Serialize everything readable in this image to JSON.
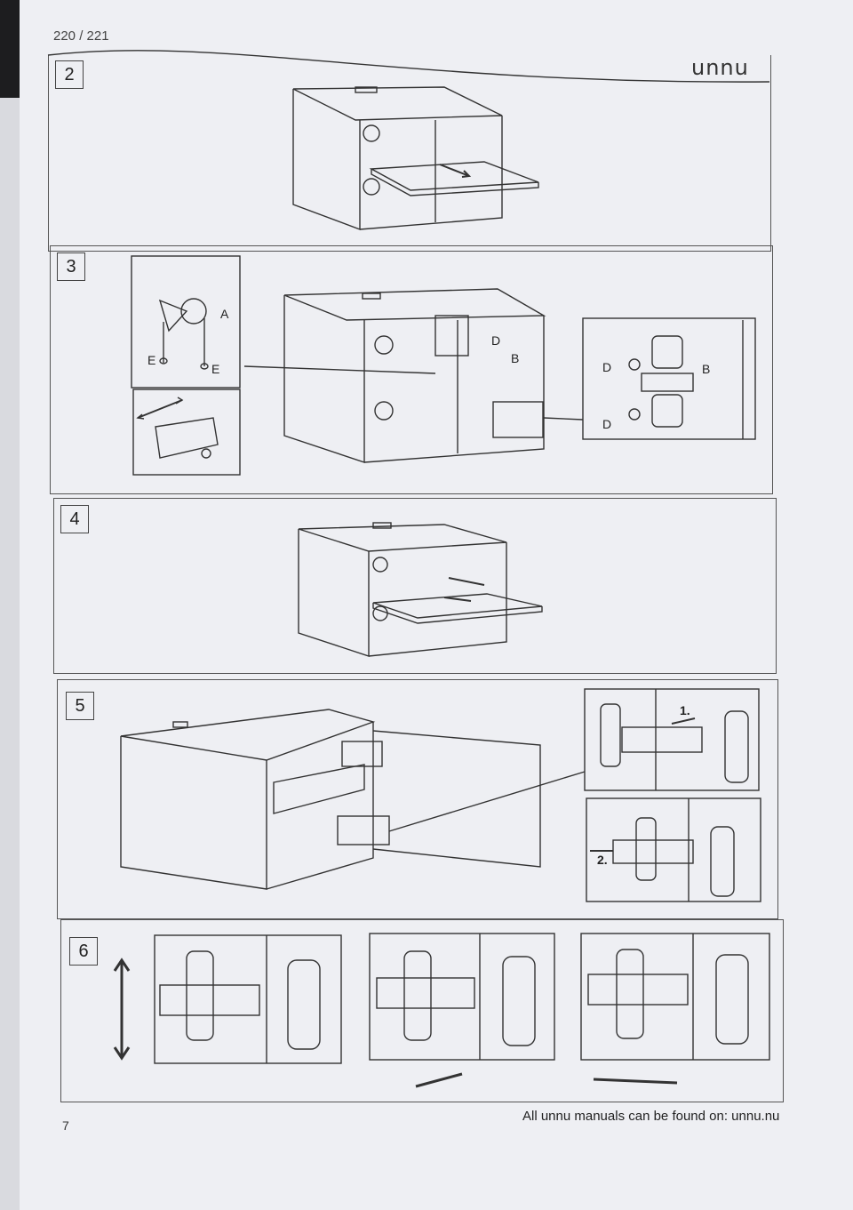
{
  "header": {
    "page_counter": "220 / 221",
    "brand": "unnu"
  },
  "steps": [
    {
      "number": "2"
    },
    {
      "number": "3",
      "part_labels": [
        "A",
        "E",
        "E",
        "D",
        "B",
        "D",
        "B",
        "D"
      ]
    },
    {
      "number": "4"
    },
    {
      "number": "5",
      "sub_labels": [
        "1.",
        "2."
      ]
    },
    {
      "number": "6"
    }
  ],
  "footer": {
    "page_number": "7",
    "note": "All unnu manuals can be found on: unnu.nu"
  }
}
